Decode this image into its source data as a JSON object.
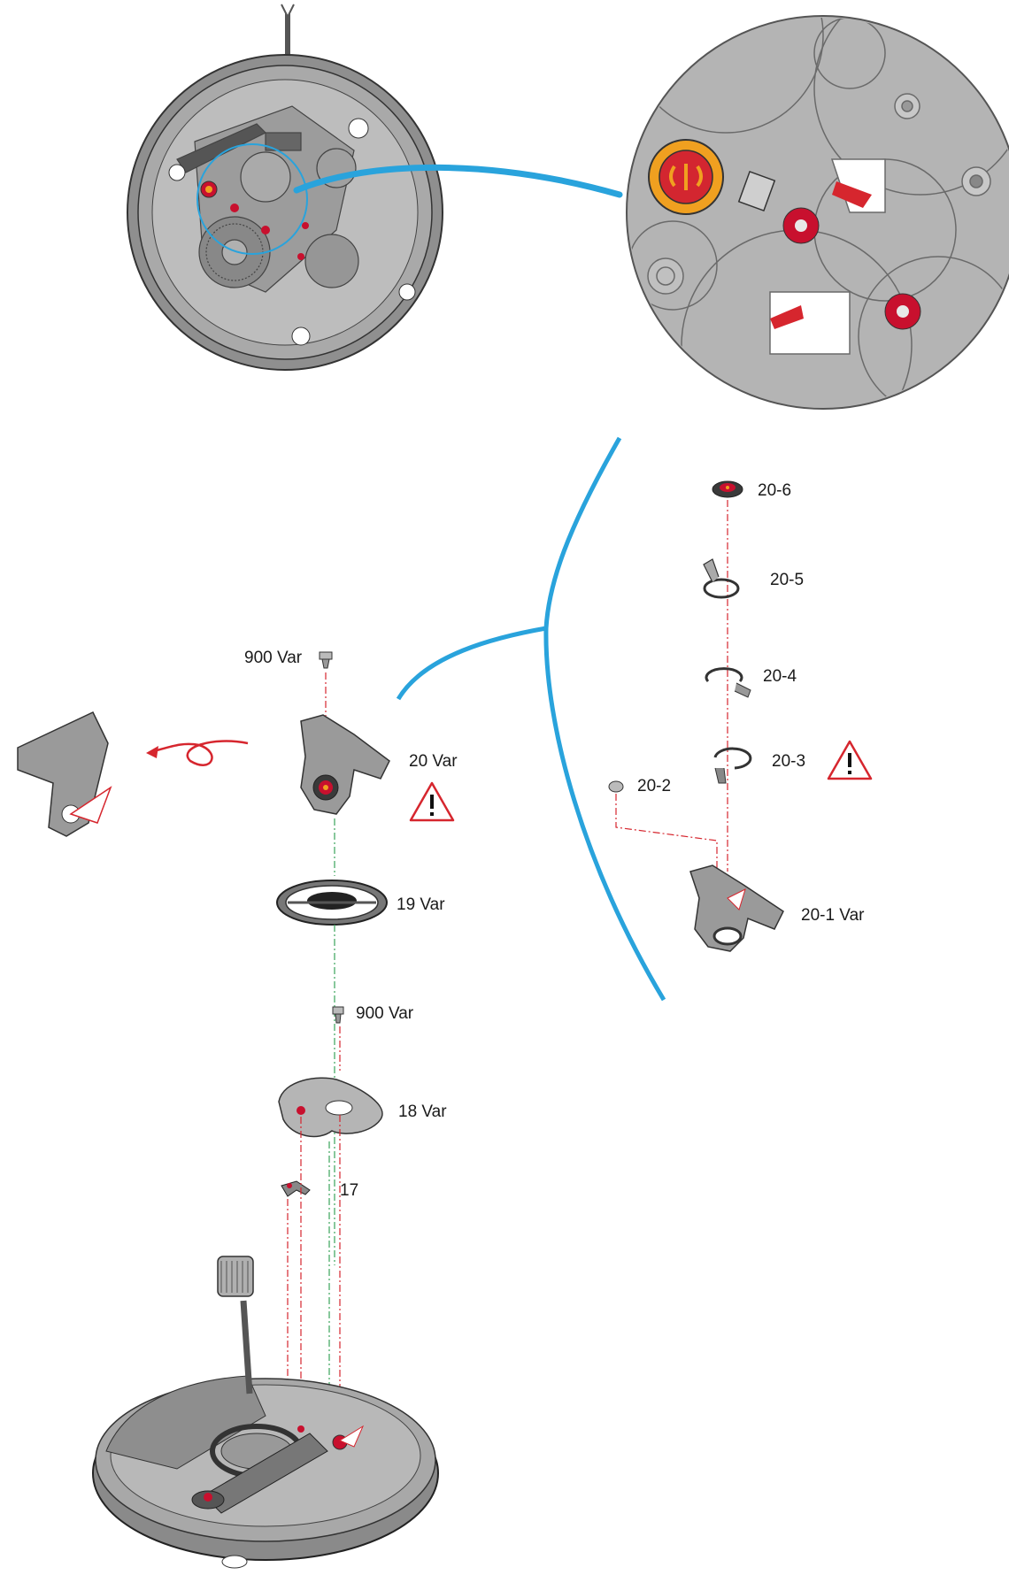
{
  "labels": {
    "screw_top": "900 Var",
    "balance_cock": "20 Var",
    "balance": "19 Var",
    "screw_bottom": "900 Var",
    "bridge": "18 Var",
    "part17": "17",
    "p20_6": "20-6",
    "p20_5": "20-5",
    "p20_4": "20-4",
    "p20_3": "20-3",
    "p20_2": "20-2",
    "p20_1": "20-1 Var"
  },
  "colors": {
    "accent_blue": "#29a3dc",
    "warning_red": "#d6262e",
    "metal_grey": "#9a9a9a",
    "dark_line": "#333333",
    "jewel_red": "#c8102e",
    "jewel_orange": "#f0a020",
    "axis_green": "#3aa35a"
  },
  "icons": [
    "warning-triangle-icon",
    "rotate-arrow-icon"
  ]
}
